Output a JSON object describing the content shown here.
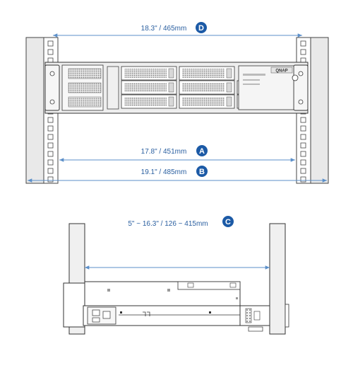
{
  "dimensions": {
    "d": {
      "label": "18.3\" / 465mm",
      "badge": "D"
    },
    "a": {
      "label": "17.8\" / 451mm",
      "badge": "A"
    },
    "b": {
      "label": "19.1\" / 485mm",
      "badge": "B"
    },
    "c": {
      "label": "5\" ~ 16.3\" / 126 ~ 415mm",
      "badge": "C"
    }
  },
  "chassis": {
    "logo": "QNAP"
  },
  "colors": {
    "accent": "#1c5aa6",
    "dimension_line": "#5b8fc9",
    "outline": "#333333",
    "metal": "#dcdcdc",
    "panel": "#f2f2f2"
  }
}
